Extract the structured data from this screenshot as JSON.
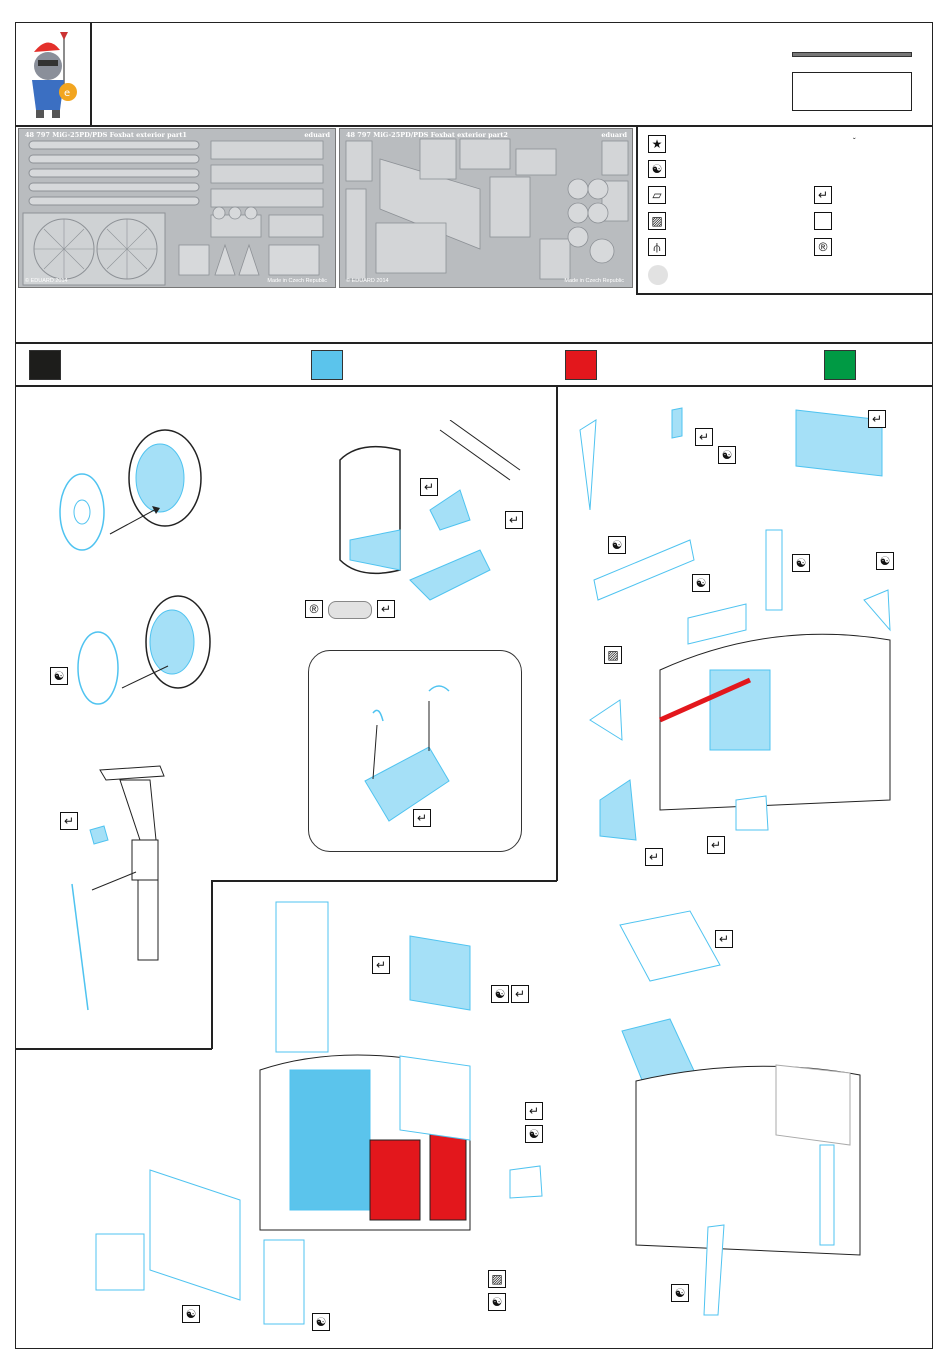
{
  "sheet1": {
    "title": "48 797  MiG-25PD/PDS Foxbat exterior  part1",
    "brand": "eduard",
    "copyright": "© EDUARD 2014",
    "made_in": "Made in Czech Republic"
  },
  "sheet2": {
    "title": "48 797  MiG-25PD/PDS Foxbat exterior  part2",
    "brand": "eduard",
    "copyright": "© EDUARD 2014",
    "made_in": "Made in Czech Republic"
  },
  "legend": {
    "tick_mark": "ˇ"
  },
  "colors": {
    "black": "#1d1d1b",
    "blue": "#5bc4ec",
    "red": "#e3171c",
    "green": "#009a44",
    "part_blue": "#4fc3f0",
    "grey_marker": "#e2e2e2"
  },
  "icons": {
    "star": "star-icon",
    "yin_yang": "bend-icon",
    "flat_panel": "flat-part-icon",
    "hatched": "remove-plastic-icon",
    "drill": "drill-icon",
    "arrow_fold": "fold-icon",
    "resin": "resin-part-icon"
  }
}
